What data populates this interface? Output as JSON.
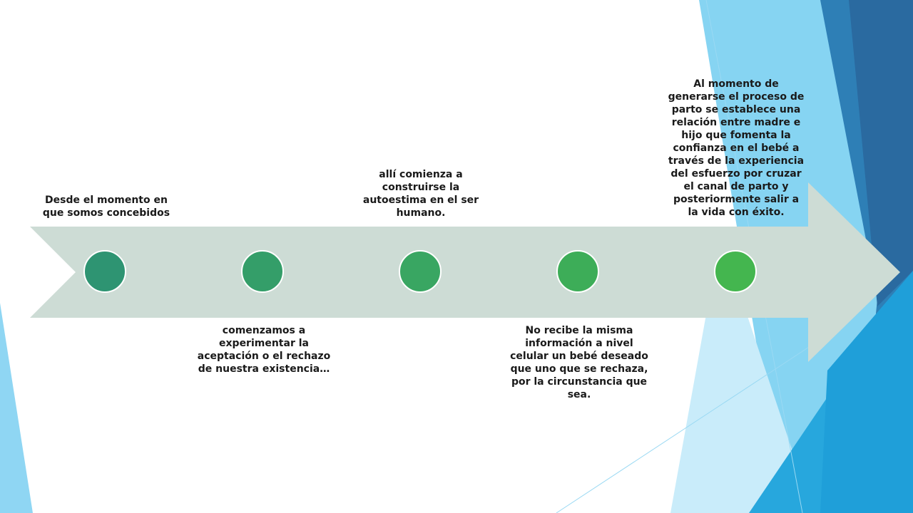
{
  "timeline": {
    "colors": {
      "arrow": "#cddcd5",
      "nodes": [
        "#2e9472",
        "#349e69",
        "#39a662",
        "#3dad58",
        "#44b64f"
      ],
      "accent_light": "#7fd3f2",
      "accent_mid": "#2fa8df",
      "accent_dark": "#2a6aa0"
    },
    "steps": [
      {
        "text": "Desde el momento en que somos concebidos"
      },
      {
        "text": "comenzamos a experimentar la aceptación o el rechazo de nuestra existencia…"
      },
      {
        "text": "allí comienza a construirse la autoestima en el ser humano."
      },
      {
        "text": "No recibe la misma información a nivel celular un bebé deseado que uno que se rechaza, por la circunstancia que sea."
      },
      {
        "text": "Al momento de generarse el proceso de parto se establece una relación entre madre e hijo que fomenta la confianza en el bebé a través de la experiencia del esfuerzo por cruzar el canal de parto y posteriormente salir a la vida con éxito."
      }
    ]
  }
}
